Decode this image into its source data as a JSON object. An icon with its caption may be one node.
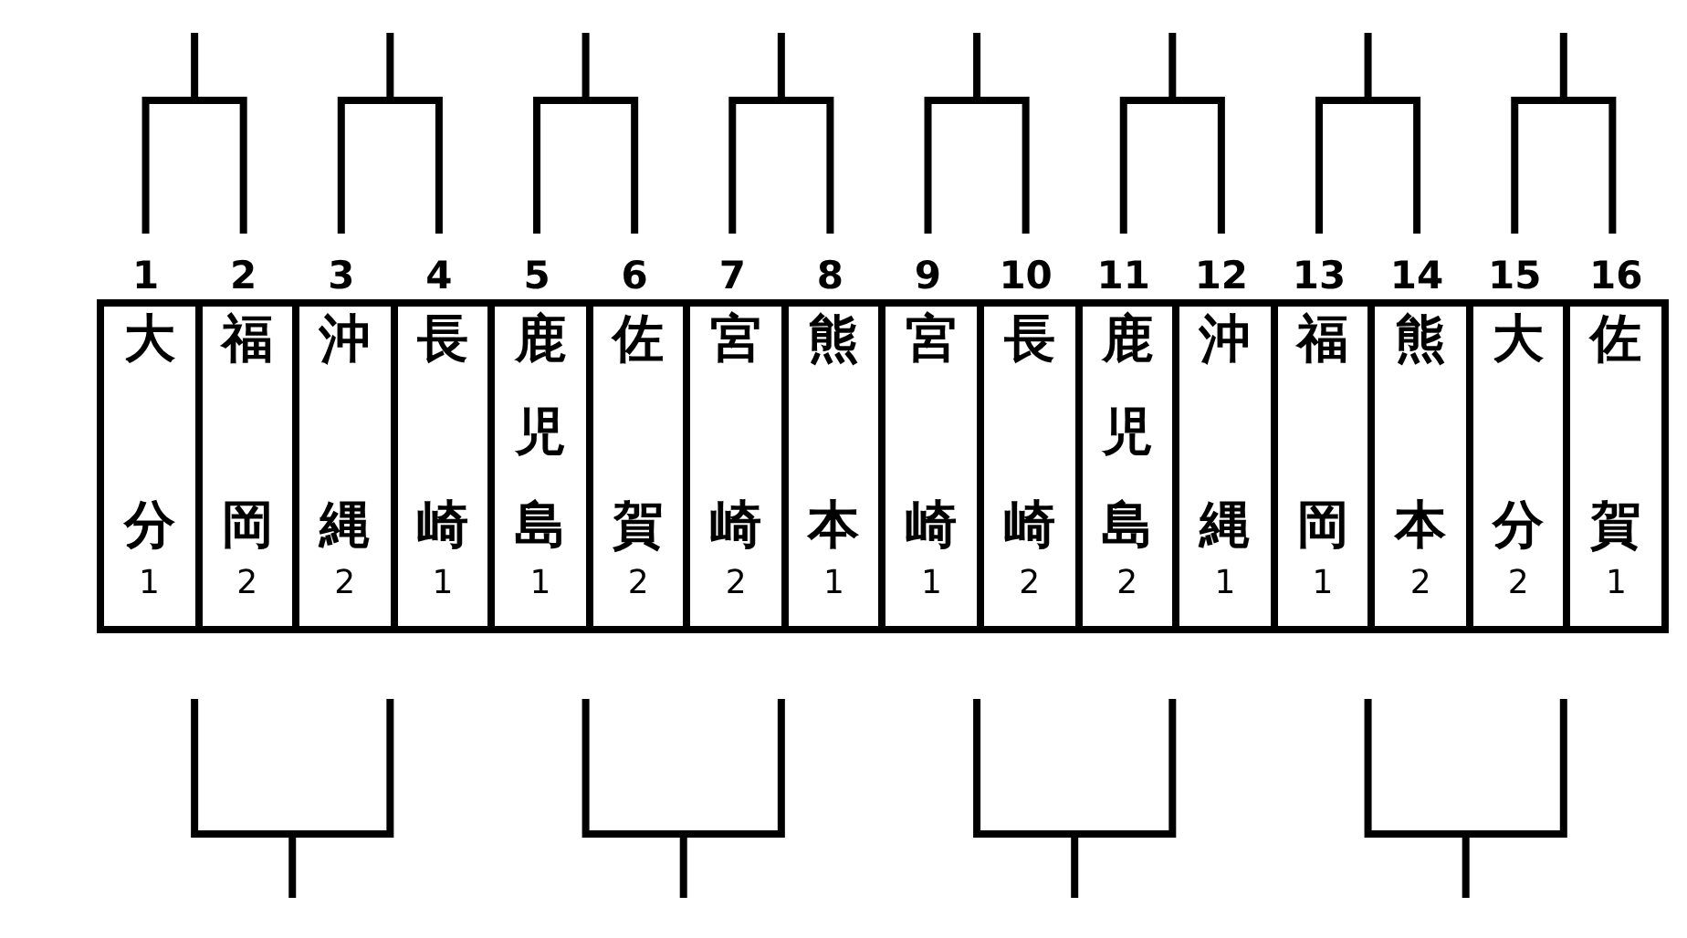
{
  "diagram": {
    "nodes": [
      {
        "text": [
          "1",
          "大分",
          "1"
        ]
      },
      {
        "text": [
          "2",
          "福岡",
          "2"
        ]
      },
      {
        "text": [
          "3",
          "沖縄",
          "2"
        ]
      },
      {
        "text": [
          "4",
          "長崎",
          "1"
        ]
      },
      {
        "text": [
          "5",
          "鹿児島",
          "1"
        ]
      },
      {
        "text": [
          "6",
          "佐賀",
          "2"
        ]
      },
      {
        "text": [
          "7",
          "宮崎",
          "2"
        ]
      },
      {
        "text": [
          "8",
          "熊本",
          "1"
        ]
      },
      {
        "text": [
          "9",
          "宮崎",
          "1"
        ]
      },
      {
        "text": [
          "10",
          "長崎",
          "2"
        ]
      },
      {
        "text": [
          "11",
          "鹿児島",
          "2"
        ]
      },
      {
        "text": [
          "12",
          "沖縄",
          "1"
        ]
      },
      {
        "text": [
          "13",
          "福岡",
          "1"
        ]
      },
      {
        "text": [
          "14",
          "熊本",
          "2"
        ]
      },
      {
        "text": [
          "15",
          "大分",
          "2"
        ]
      },
      {
        "text": [
          "16",
          "佐賀",
          "1"
        ]
      }
    ]
  }
}
